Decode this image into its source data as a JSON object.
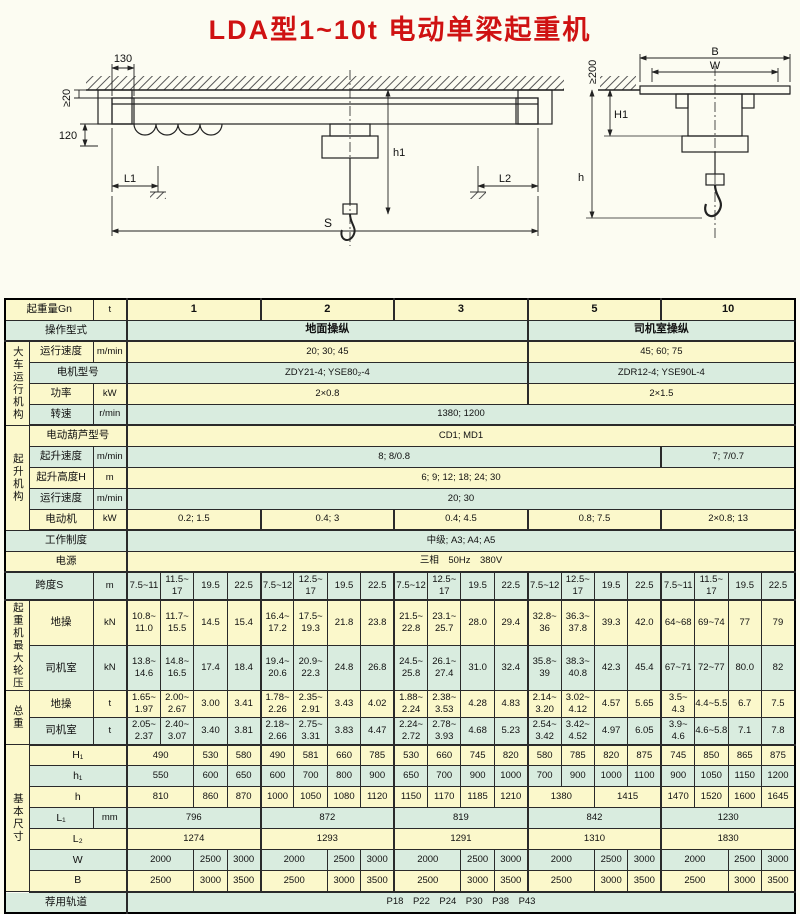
{
  "header": {
    "title": "LDA型1~10t 电动单梁起重机"
  },
  "colors": {
    "title_red": "#cf1212",
    "row_yellow": "#fbf8cb",
    "row_green": "#d9ecdf",
    "border": "#2a2a2a",
    "page_bg": "#fcfcf2"
  },
  "drawing": {
    "labels": {
      "dim130": "130",
      "gap20": "≥20",
      "dim120": "120",
      "L1": "L1",
      "L2": "L2",
      "S": "S",
      "h1": "h1",
      "B": "B",
      "W": "W",
      "dim200": "≥200",
      "H1": "H1",
      "h": "h"
    }
  },
  "table": {
    "rows": [
      {
        "bg": "y",
        "cells": [
          {
            "t": "起重量Gn",
            "c": 2,
            "k": "lbl"
          },
          {
            "t": "t",
            "k": "u"
          },
          {
            "t": "1",
            "c": 4,
            "k": "hdr"
          },
          {
            "t": "2",
            "c": 4,
            "k": "hdr"
          },
          {
            "t": "3",
            "c": 4,
            "k": "hdr"
          },
          {
            "t": "5",
            "c": 4,
            "k": "hdr"
          },
          {
            "t": "10",
            "c": 4,
            "k": "hdr"
          }
        ]
      },
      {
        "bg": "g",
        "cells": [
          {
            "t": "操作型式",
            "c": 3,
            "k": "lbl"
          },
          {
            "t": "地面操纵",
            "c": 12,
            "k": "hdr"
          },
          {
            "t": "司机室操纵",
            "c": 8,
            "k": "hdr"
          }
        ]
      },
      {
        "bg": "y",
        "cells": [
          {
            "t": "大车运行机构",
            "r": 4,
            "k": "sec"
          },
          {
            "t": "运行速度",
            "k": "lbl"
          },
          {
            "t": "m/min",
            "k": "u"
          },
          {
            "t": "20; 30; 45",
            "c": 12
          },
          {
            "t": "45; 60; 75",
            "c": 8
          }
        ]
      },
      {
        "bg": "g",
        "cells": [
          {
            "t": "电机型号",
            "c": 2,
            "k": "lbl"
          },
          {
            "t": "ZDY21-4; YSE80₂-4",
            "c": 12
          },
          {
            "t": "ZDR12-4; YSE90L-4",
            "c": 8
          }
        ]
      },
      {
        "bg": "y",
        "cells": [
          {
            "t": "功率",
            "k": "lbl"
          },
          {
            "t": "kW",
            "k": "u"
          },
          {
            "t": "2×0.8",
            "c": 12
          },
          {
            "t": "2×1.5",
            "c": 8
          }
        ]
      },
      {
        "bg": "g",
        "cells": [
          {
            "t": "转速",
            "k": "lbl"
          },
          {
            "t": "r/min",
            "k": "u"
          },
          {
            "t": "1380; 1200",
            "c": 20
          }
        ]
      },
      {
        "bg": "y",
        "cells": [
          {
            "t": "起升机构",
            "r": 5,
            "k": "sec"
          },
          {
            "t": "电动葫芦型号",
            "c": 2,
            "k": "lbl"
          },
          {
            "t": "CD1; MD1",
            "c": 20
          }
        ]
      },
      {
        "bg": "g",
        "cells": [
          {
            "t": "起升速度",
            "k": "lbl"
          },
          {
            "t": "m/min",
            "k": "u"
          },
          {
            "t": "8; 8/0.8",
            "c": 16
          },
          {
            "t": "7; 7/0.7",
            "c": 4
          }
        ]
      },
      {
        "bg": "y",
        "cells": [
          {
            "t": "起升高度H",
            "k": "lbl"
          },
          {
            "t": "m",
            "k": "u"
          },
          {
            "t": "6; 9; 12; 18; 24; 30",
            "c": 20
          }
        ]
      },
      {
        "bg": "g",
        "cells": [
          {
            "t": "运行速度",
            "k": "lbl"
          },
          {
            "t": "m/min",
            "k": "u"
          },
          {
            "t": "20; 30",
            "c": 20
          }
        ]
      },
      {
        "bg": "y",
        "cells": [
          {
            "t": "电动机",
            "k": "lbl"
          },
          {
            "t": "kW",
            "k": "u"
          },
          {
            "t": "0.2; 1.5",
            "c": 4
          },
          {
            "t": "0.4; 3",
            "c": 4
          },
          {
            "t": "0.4; 4.5",
            "c": 4
          },
          {
            "t": "0.8; 7.5",
            "c": 4
          },
          {
            "t": "2×0.8; 13",
            "c": 4
          }
        ]
      },
      {
        "bg": "g",
        "cells": [
          {
            "t": "工作制度",
            "c": 3,
            "k": "lbl"
          },
          {
            "t": "中级; A3; A4; A5",
            "c": 20
          }
        ]
      },
      {
        "bg": "y",
        "cells": [
          {
            "t": "电源",
            "c": 3,
            "k": "lbl"
          },
          {
            "t": "三相　50Hz　380V",
            "c": 20
          }
        ]
      },
      {
        "bg": "g",
        "cells": [
          {
            "t": "跨度S",
            "c": 2,
            "k": "lbl"
          },
          {
            "t": "m",
            "k": "u"
          },
          {
            "t": "7.5~11"
          },
          {
            "t": "11.5~17"
          },
          {
            "t": "19.5"
          },
          {
            "t": "22.5"
          },
          {
            "t": "7.5~12"
          },
          {
            "t": "12.5~17"
          },
          {
            "t": "19.5"
          },
          {
            "t": "22.5"
          },
          {
            "t": "7.5~12"
          },
          {
            "t": "12.5~17"
          },
          {
            "t": "19.5"
          },
          {
            "t": "22.5"
          },
          {
            "t": "7.5~12"
          },
          {
            "t": "12.5~17"
          },
          {
            "t": "19.5"
          },
          {
            "t": "22.5"
          },
          {
            "t": "7.5~11"
          },
          {
            "t": "11.5~17"
          },
          {
            "t": "19.5"
          },
          {
            "t": "22.5"
          }
        ]
      },
      {
        "bg": "y",
        "cells": [
          {
            "t": "起重机最大轮压",
            "r": 2,
            "k": "sec"
          },
          {
            "t": "地操",
            "k": "lbl"
          },
          {
            "t": "kN",
            "k": "u"
          },
          {
            "t": "10.8~11.0"
          },
          {
            "t": "11.7~15.5"
          },
          {
            "t": "14.5"
          },
          {
            "t": "15.4"
          },
          {
            "t": "16.4~17.2"
          },
          {
            "t": "17.5~19.3"
          },
          {
            "t": "21.8"
          },
          {
            "t": "23.8"
          },
          {
            "t": "21.5~22.8"
          },
          {
            "t": "23.1~25.7"
          },
          {
            "t": "28.0"
          },
          {
            "t": "29.4"
          },
          {
            "t": "32.8~36"
          },
          {
            "t": "36.3~37.8"
          },
          {
            "t": "39.3"
          },
          {
            "t": "42.0"
          },
          {
            "t": "64~68"
          },
          {
            "t": "69~74"
          },
          {
            "t": "77"
          },
          {
            "t": "79"
          }
        ]
      },
      {
        "bg": "g",
        "cells": [
          {
            "t": "司机室",
            "k": "lbl"
          },
          {
            "t": "kN",
            "k": "u"
          },
          {
            "t": "13.8~14.6"
          },
          {
            "t": "14.8~16.5"
          },
          {
            "t": "17.4"
          },
          {
            "t": "18.4"
          },
          {
            "t": "19.4~20.6"
          },
          {
            "t": "20.9~22.3"
          },
          {
            "t": "24.8"
          },
          {
            "t": "26.8"
          },
          {
            "t": "24.5~25.8"
          },
          {
            "t": "26.1~27.4"
          },
          {
            "t": "31.0"
          },
          {
            "t": "32.4"
          },
          {
            "t": "35.8~39"
          },
          {
            "t": "38.3~40.8"
          },
          {
            "t": "42.3"
          },
          {
            "t": "45.4"
          },
          {
            "t": "67~71"
          },
          {
            "t": "72~77"
          },
          {
            "t": "80.0"
          },
          {
            "t": "82"
          }
        ]
      },
      {
        "bg": "y",
        "cells": [
          {
            "t": "总重",
            "r": 2,
            "k": "sec"
          },
          {
            "t": "地操",
            "k": "lbl"
          },
          {
            "t": "t",
            "k": "u"
          },
          {
            "t": "1.65~1.97"
          },
          {
            "t": "2.00~2.67"
          },
          {
            "t": "3.00"
          },
          {
            "t": "3.41"
          },
          {
            "t": "1.78~2.26"
          },
          {
            "t": "2.35~2.91"
          },
          {
            "t": "3.43"
          },
          {
            "t": "4.02"
          },
          {
            "t": "1.88~2.24"
          },
          {
            "t": "2.38~3.53"
          },
          {
            "t": "4.28"
          },
          {
            "t": "4.83"
          },
          {
            "t": "2.14~3.20"
          },
          {
            "t": "3.02~4.12"
          },
          {
            "t": "4.57"
          },
          {
            "t": "5.65"
          },
          {
            "t": "3.5~4.3"
          },
          {
            "t": "4.4~5.5"
          },
          {
            "t": "6.7"
          },
          {
            "t": "7.5"
          }
        ]
      },
      {
        "bg": "g",
        "cells": [
          {
            "t": "司机室",
            "k": "lbl"
          },
          {
            "t": "t",
            "k": "u"
          },
          {
            "t": "2.05~2.37"
          },
          {
            "t": "2.40~3.07"
          },
          {
            "t": "3.40"
          },
          {
            "t": "3.81"
          },
          {
            "t": "2.18~2.66"
          },
          {
            "t": "2.75~3.31"
          },
          {
            "t": "3.83"
          },
          {
            "t": "4.47"
          },
          {
            "t": "2.24~2.72"
          },
          {
            "t": "2.78~3.93"
          },
          {
            "t": "4.68"
          },
          {
            "t": "5.23"
          },
          {
            "t": "2.54~3.42"
          },
          {
            "t": "3.42~4.52"
          },
          {
            "t": "4.97"
          },
          {
            "t": "6.05"
          },
          {
            "t": "3.9~4.6"
          },
          {
            "t": "4.6~5.8"
          },
          {
            "t": "7.1"
          },
          {
            "t": "7.8"
          }
        ]
      },
      {
        "bg": "y",
        "cells": [
          {
            "t": "基本尺寸",
            "r": 7,
            "k": "sec"
          },
          {
            "t": "H₁",
            "c": 2,
            "k": "lbl"
          },
          {
            "t": "490",
            "c": 2
          },
          {
            "t": "530"
          },
          {
            "t": "580"
          },
          {
            "t": "490"
          },
          {
            "t": "581"
          },
          {
            "t": "660"
          },
          {
            "t": "785"
          },
          {
            "t": "530"
          },
          {
            "t": "660"
          },
          {
            "t": "745"
          },
          {
            "t": "820"
          },
          {
            "t": "580"
          },
          {
            "t": "785"
          },
          {
            "t": "820"
          },
          {
            "t": "875"
          },
          {
            "t": "745"
          },
          {
            "t": "850"
          },
          {
            "t": "865"
          },
          {
            "t": "875"
          }
        ]
      },
      {
        "bg": "g",
        "cells": [
          {
            "t": "h₁",
            "c": 2,
            "k": "lbl"
          },
          {
            "t": "550",
            "c": 2
          },
          {
            "t": "600"
          },
          {
            "t": "650"
          },
          {
            "t": "600"
          },
          {
            "t": "700"
          },
          {
            "t": "800"
          },
          {
            "t": "900"
          },
          {
            "t": "650"
          },
          {
            "t": "700"
          },
          {
            "t": "900"
          },
          {
            "t": "1000"
          },
          {
            "t": "700"
          },
          {
            "t": "900"
          },
          {
            "t": "1000"
          },
          {
            "t": "1100"
          },
          {
            "t": "900"
          },
          {
            "t": "1050"
          },
          {
            "t": "1150"
          },
          {
            "t": "1200"
          }
        ]
      },
      {
        "bg": "y",
        "cells": [
          {
            "t": "h",
            "c": 2,
            "k": "lbl"
          },
          {
            "t": "810",
            "c": 2
          },
          {
            "t": "860"
          },
          {
            "t": "870"
          },
          {
            "t": "1000"
          },
          {
            "t": "1050"
          },
          {
            "t": "1080"
          },
          {
            "t": "1120"
          },
          {
            "t": "1150"
          },
          {
            "t": "1170"
          },
          {
            "t": "1185"
          },
          {
            "t": "1210"
          },
          {
            "t": "1380",
            "c": 2
          },
          {
            "t": "1415",
            "c": 2
          },
          {
            "t": "1470"
          },
          {
            "t": "1520"
          },
          {
            "t": "1600"
          },
          {
            "t": "1645"
          }
        ]
      },
      {
        "bg": "g",
        "cells": [
          {
            "t": "L₁",
            "k": "lbl"
          },
          {
            "t": "mm",
            "k": "u"
          },
          {
            "t": "796",
            "c": 4
          },
          {
            "t": "872",
            "c": 4
          },
          {
            "t": "819",
            "c": 4
          },
          {
            "t": "842",
            "c": 4
          },
          {
            "t": "1230",
            "c": 4
          }
        ]
      },
      {
        "bg": "y",
        "cells": [
          {
            "t": "L₂",
            "c": 2,
            "k": "lbl"
          },
          {
            "t": "1274",
            "c": 4
          },
          {
            "t": "1293",
            "c": 4
          },
          {
            "t": "1291",
            "c": 4
          },
          {
            "t": "1310",
            "c": 4
          },
          {
            "t": "1830",
            "c": 4
          }
        ]
      },
      {
        "bg": "g",
        "cells": [
          {
            "t": "W",
            "c": 2,
            "k": "lbl"
          },
          {
            "t": "2000",
            "c": 2
          },
          {
            "t": "2500"
          },
          {
            "t": "3000"
          },
          {
            "t": "2000",
            "c": 2
          },
          {
            "t": "2500"
          },
          {
            "t": "3000"
          },
          {
            "t": "2000",
            "c": 2
          },
          {
            "t": "2500"
          },
          {
            "t": "3000"
          },
          {
            "t": "2000",
            "c": 2
          },
          {
            "t": "2500"
          },
          {
            "t": "3000"
          },
          {
            "t": "2000",
            "c": 2
          },
          {
            "t": "2500"
          },
          {
            "t": "3000"
          }
        ]
      },
      {
        "bg": "y",
        "cells": [
          {
            "t": "B",
            "c": 2,
            "k": "lbl"
          },
          {
            "t": "2500",
            "c": 2
          },
          {
            "t": "3000"
          },
          {
            "t": "3500"
          },
          {
            "t": "2500",
            "c": 2
          },
          {
            "t": "3000"
          },
          {
            "t": "3500"
          },
          {
            "t": "2500",
            "c": 2
          },
          {
            "t": "3000"
          },
          {
            "t": "3500"
          },
          {
            "t": "2500",
            "c": 2
          },
          {
            "t": "3000"
          },
          {
            "t": "3500"
          },
          {
            "t": "2500",
            "c": 2
          },
          {
            "t": "3000"
          },
          {
            "t": "3500"
          }
        ]
      },
      {
        "bg": "g",
        "cells": [
          {
            "t": "荐用轨道",
            "c": 3,
            "k": "lbl"
          },
          {
            "t": "P18　P22　P24　P30　P38　P43",
            "c": 20
          }
        ]
      }
    ]
  }
}
